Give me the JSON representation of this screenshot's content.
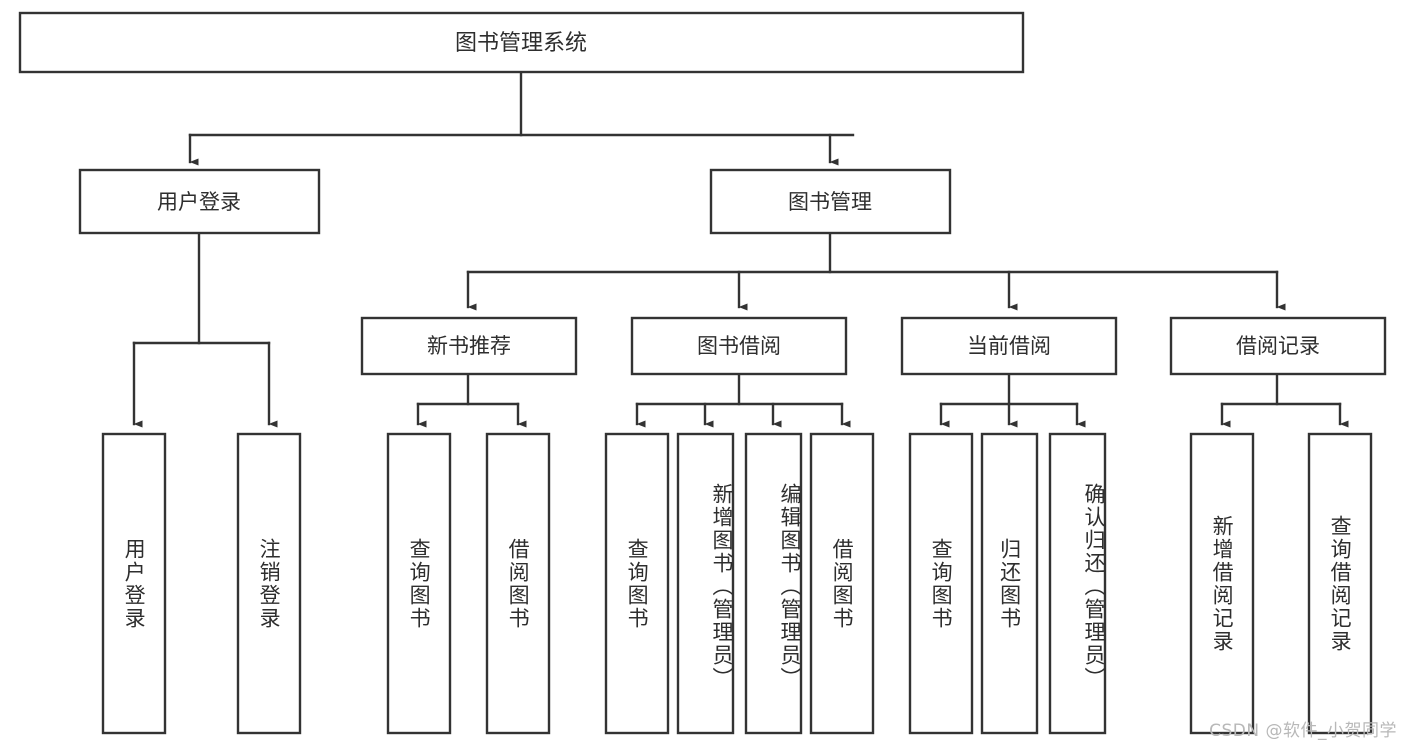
{
  "diagram": {
    "title": "图书管理系统",
    "type": "tree-hierarchy-chart",
    "orientation": "top-down",
    "colors": {
      "box_fill": "#ffffff",
      "box_stroke": "#333333",
      "text": "#2e2e2e",
      "background": "#ffffff",
      "watermark": "#b8b8b8"
    },
    "root": {
      "label": "图书管理系统"
    },
    "level2": [
      {
        "id": "user-login",
        "label": "用户登录"
      },
      {
        "id": "book-manage",
        "label": "图书管理"
      }
    ],
    "level3": [
      {
        "id": "new-book-recommend",
        "label": "新书推荐",
        "parent": "book-manage"
      },
      {
        "id": "book-borrow",
        "label": "图书借阅",
        "parent": "book-manage"
      },
      {
        "id": "current-borrow",
        "label": "当前借阅",
        "parent": "book-manage"
      },
      {
        "id": "borrow-record",
        "label": "借阅记录",
        "parent": "book-manage"
      }
    ],
    "leaves": [
      {
        "id": "leaf-user-login",
        "label": "用户登录",
        "parent": "user-login"
      },
      {
        "id": "leaf-logout-login",
        "label": "注销登录",
        "parent": "user-login"
      },
      {
        "id": "leaf-query-book-1",
        "label": "查询图书",
        "parent": "new-book-recommend"
      },
      {
        "id": "leaf-borrow-book-1",
        "label": "借阅图书",
        "parent": "new-book-recommend"
      },
      {
        "id": "leaf-query-book-2",
        "label": "查询图书",
        "parent": "book-borrow"
      },
      {
        "id": "leaf-add-book",
        "label": "新增图书（管理员）",
        "parent": "book-borrow"
      },
      {
        "id": "leaf-edit-book",
        "label": "编辑图书（管理员）",
        "parent": "book-borrow"
      },
      {
        "id": "leaf-borrow-book-2",
        "label": "借阅图书",
        "parent": "book-borrow"
      },
      {
        "id": "leaf-query-book-3",
        "label": "查询图书",
        "parent": "current-borrow"
      },
      {
        "id": "leaf-return-book",
        "label": "归还图书",
        "parent": "current-borrow"
      },
      {
        "id": "leaf-confirm-return",
        "label": "确认归还（管理员）",
        "parent": "current-borrow"
      },
      {
        "id": "leaf-add-record",
        "label": "新增借阅记录",
        "parent": "borrow-record"
      },
      {
        "id": "leaf-query-record",
        "label": "查询借阅记录",
        "parent": "borrow-record"
      }
    ],
    "watermark": "CSDN @软件_小贺同学"
  }
}
